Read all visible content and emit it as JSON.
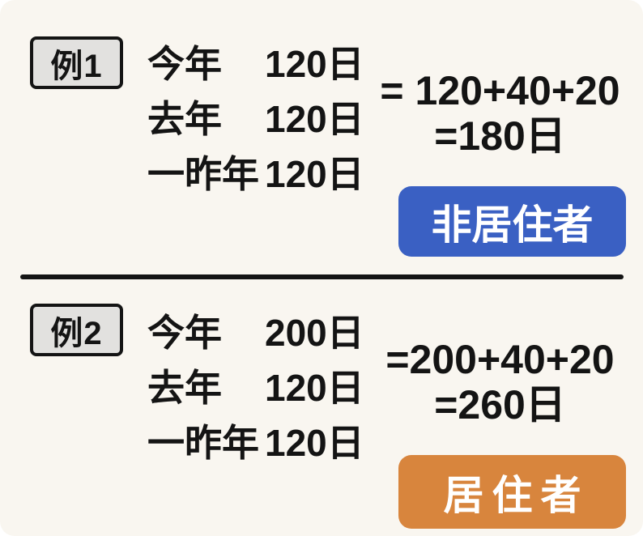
{
  "colors": {
    "page_background": "#f9f6f0",
    "text": "#141414",
    "tag_box_background": "#e2e1df",
    "tag_box_border": "#141414",
    "nonresident_badge_background": "#3a60c3",
    "resident_badge_background": "#d8853d",
    "badge_text": "#ffffff",
    "divider": "#141414"
  },
  "examples": [
    {
      "tag": "例1",
      "rows": [
        {
          "label": "今年",
          "value": "120日"
        },
        {
          "label": "去年",
          "value": "120日"
        },
        {
          "label": "一昨年",
          "value": "120日"
        }
      ],
      "equation_line1": "= 120+40+20",
      "equation_line2": "=180日",
      "badge": "非居住者"
    },
    {
      "tag": "例2",
      "rows": [
        {
          "label": "今年",
          "value": "200日"
        },
        {
          "label": "去年",
          "value": "120日"
        },
        {
          "label": "一昨年",
          "value": "120日"
        }
      ],
      "equation_line1": "=200+40+20",
      "equation_line2": "=260日",
      "badge": "居住者"
    }
  ]
}
